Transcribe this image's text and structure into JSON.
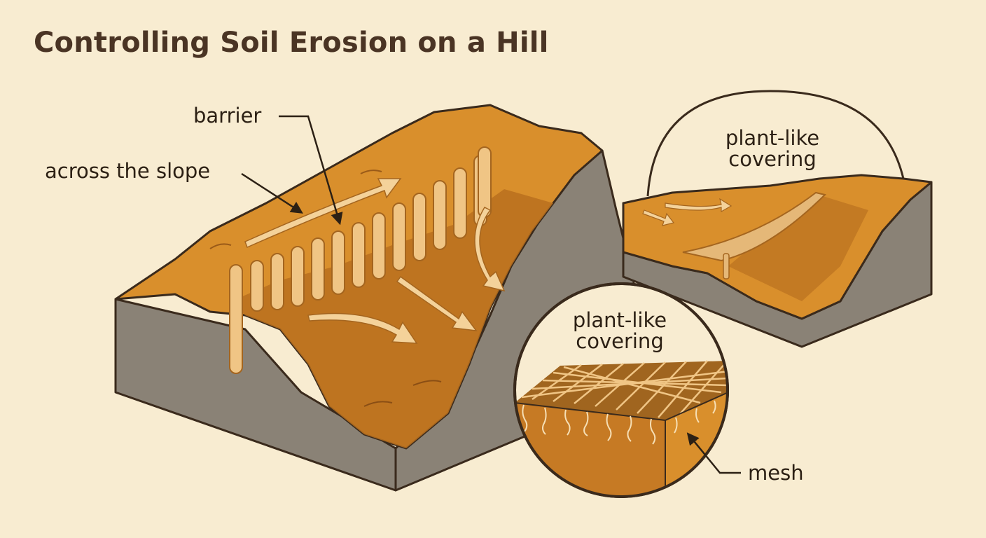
{
  "title": "Controlling Soil Erosion on a Hill",
  "labels": {
    "barrier": "barrier",
    "across_slope": "across the slope",
    "plant_covering_top_line1": "plant-like",
    "plant_covering_top_line2": "covering",
    "plant_covering_circle_line1": "plant-like",
    "plant_covering_circle_line2": "covering",
    "mesh": "mesh"
  },
  "colors": {
    "background": "#f8ecd1",
    "soil": "#d98f2c",
    "soil_dark": "#b8681f",
    "rock": "#8a8276",
    "outline": "#3a2a1c",
    "arrow": "#f4d29a"
  }
}
